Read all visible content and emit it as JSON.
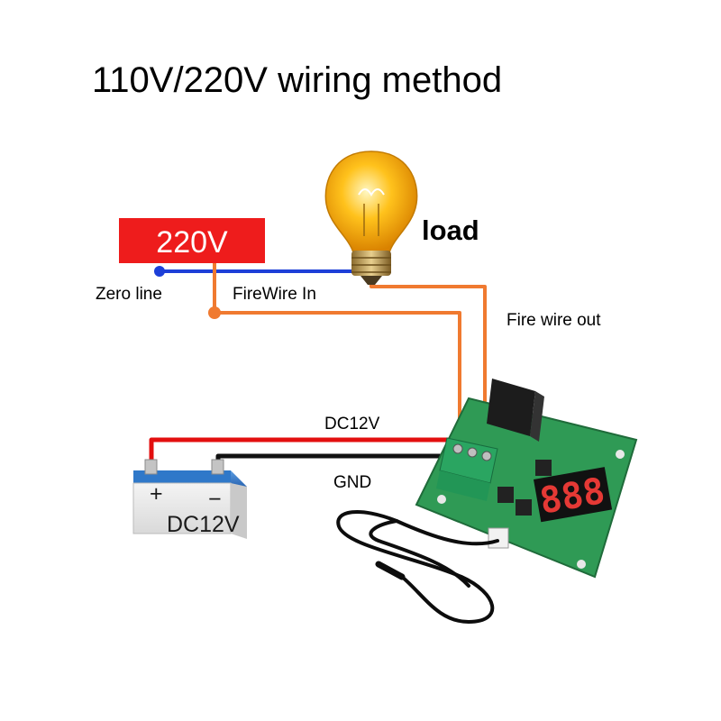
{
  "title": "110V/220V wiring method",
  "source_label": "220V",
  "load_label": "load",
  "labels": {
    "zero_line": "Zero line",
    "firewire_in": "FireWire In",
    "fire_wire_out": "Fire wire out",
    "dc12v": "DC12V",
    "gnd": "GND"
  },
  "battery": {
    "label": "DC12V",
    "plus": "+",
    "minus": "−"
  },
  "display_digits": "888",
  "colors": {
    "source_red": "#ee1c1c",
    "zero_line_blue": "#1d3fd8",
    "fire_wire_orange": "#f07a30",
    "dc_red": "#e30f0f",
    "gnd_black": "#111111",
    "pcb_green": "#2f9a55",
    "terminal_green": "#2aa561",
    "relay_black": "#1c1c1c",
    "battery_blue": "#2f78c9"
  }
}
